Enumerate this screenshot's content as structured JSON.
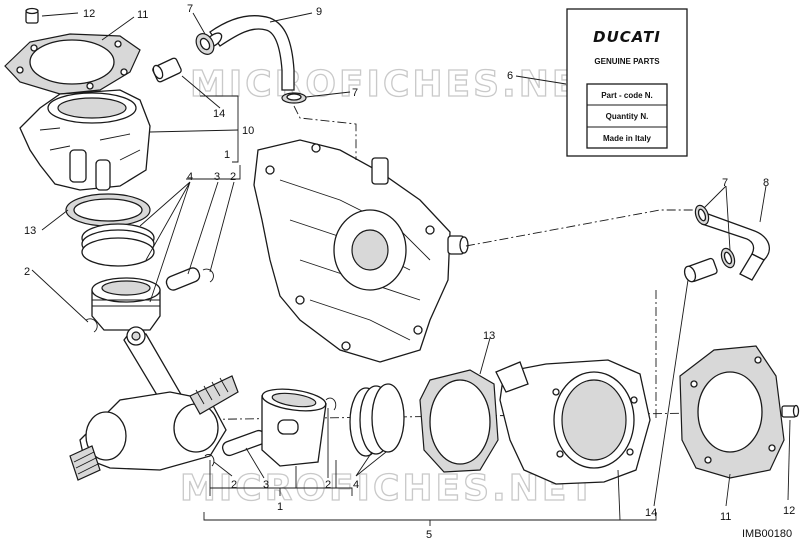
{
  "watermark": {
    "top": "MICROFICHES.NET",
    "bottom": "MICROFICHES.NET"
  },
  "label_card": {
    "brand": "DUCATI",
    "subtitle": "GENUINE PARTS",
    "rows": [
      "Part - code N.",
      "Quantity N.",
      "Made in Italy"
    ]
  },
  "drawing_code": "IMB00180",
  "callouts": {
    "c12_top": "12",
    "c11_top": "11",
    "c7_top": "7",
    "c9": "9",
    "c6": "6",
    "c7_mid": "7",
    "c14_top": "14",
    "c10": "10",
    "c1_top": "1",
    "c4_top": "4",
    "c3_top": "3",
    "c2_top": "2",
    "c13_left": "13",
    "c2_left": "2",
    "c7_right": "7",
    "c8": "8",
    "c13_mid": "13",
    "c2_b1": "2",
    "c3_b": "3",
    "c2_b2": "2",
    "c4_b": "4",
    "c1_bottom": "1",
    "c14_bottom": "14",
    "c11_bottom": "11",
    "c12_bottom": "12",
    "c5": "5"
  }
}
